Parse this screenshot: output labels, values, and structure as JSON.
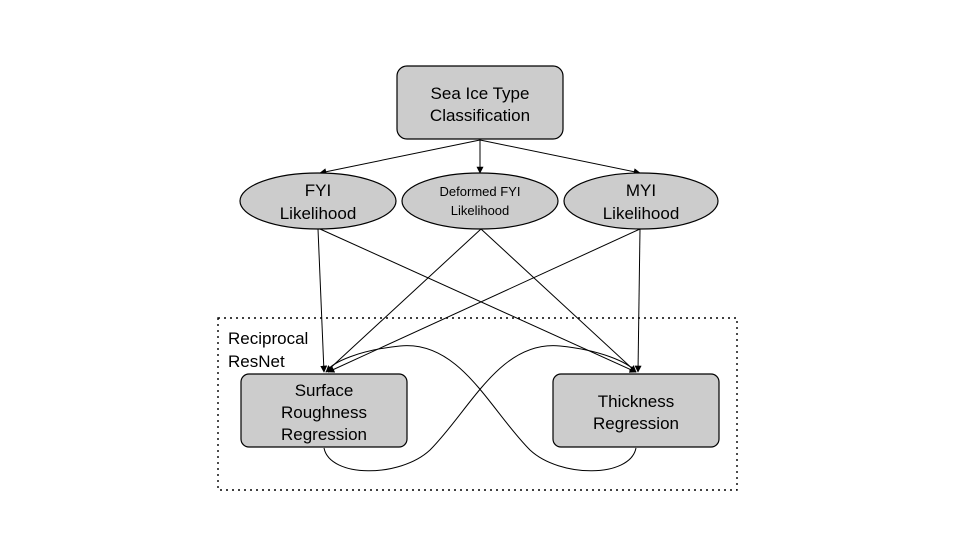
{
  "diagram": {
    "nodes": {
      "classification": {
        "lines": [
          "Sea Ice Type",
          "Classification"
        ]
      },
      "fyi": {
        "lines": [
          "FYI",
          "Likelihood"
        ]
      },
      "deformed": {
        "lines": [
          "Deformed FYI",
          "Likelihood"
        ]
      },
      "myi": {
        "lines": [
          "MYI",
          "Likelihood"
        ]
      },
      "roughness": {
        "lines": [
          "Surface",
          "Roughness",
          "Regression"
        ]
      },
      "thickness": {
        "lines": [
          "Thickness",
          "Regression"
        ]
      }
    },
    "group": {
      "lines": [
        "Reciprocal",
        "ResNet"
      ]
    },
    "edges": [
      {
        "from": "classification",
        "to": "fyi"
      },
      {
        "from": "classification",
        "to": "deformed"
      },
      {
        "from": "classification",
        "to": "myi"
      },
      {
        "from": "fyi",
        "to": "roughness"
      },
      {
        "from": "fyi",
        "to": "thickness"
      },
      {
        "from": "deformed",
        "to": "roughness"
      },
      {
        "from": "deformed",
        "to": "thickness"
      },
      {
        "from": "myi",
        "to": "roughness"
      },
      {
        "from": "myi",
        "to": "thickness"
      },
      {
        "from": "roughness",
        "to": "thickness",
        "style": "curved"
      },
      {
        "from": "thickness",
        "to": "roughness",
        "style": "curved"
      }
    ]
  }
}
